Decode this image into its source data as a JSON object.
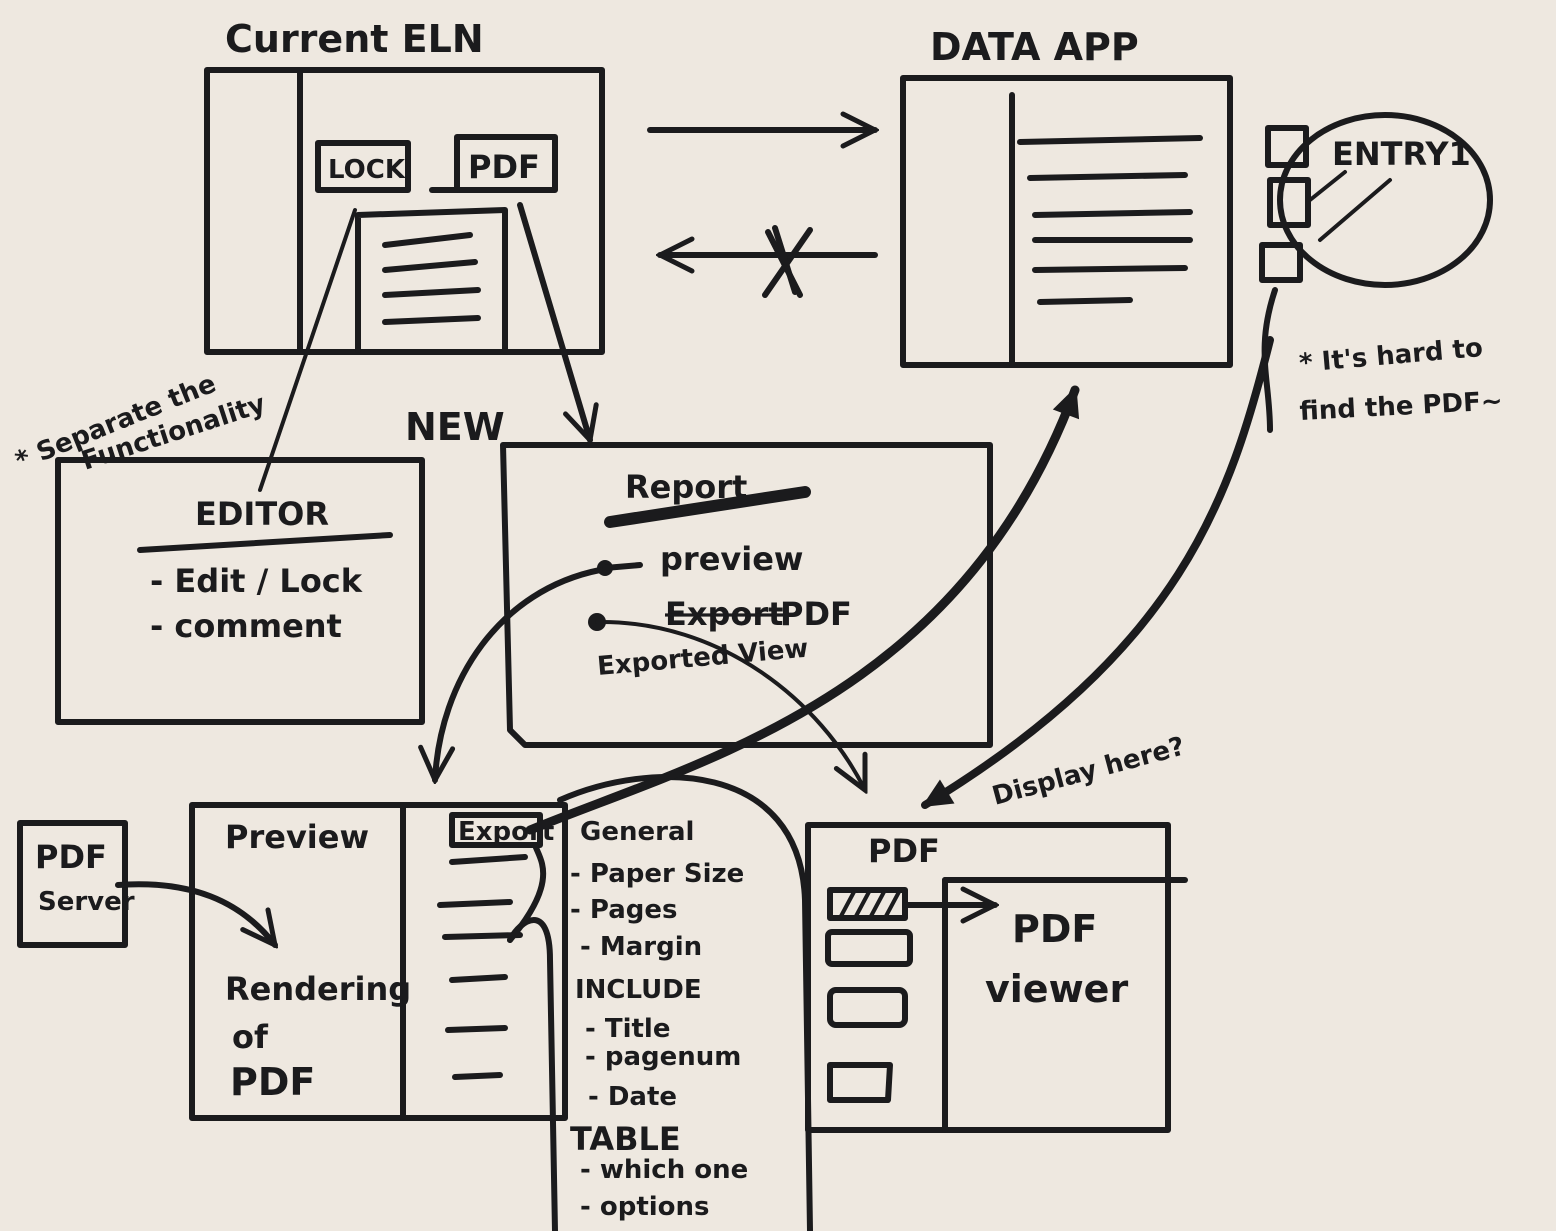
{
  "current_eln": {
    "title": "Current ELN",
    "lock_button": "LOCK",
    "pdf_button": "PDF"
  },
  "data_app": {
    "title": "DATA APP",
    "entry_label": "ENTRY1",
    "note_line1": "* It's hard to",
    "note_line2": "find the PDF~"
  },
  "separate_note": {
    "line1": "* Separate the",
    "line2": "Functionality"
  },
  "new_label": "NEW",
  "editor": {
    "title": "EDITOR",
    "items": [
      "- Edit / Lock",
      "- comment"
    ]
  },
  "report": {
    "title": "Report",
    "preview": "preview",
    "export_struck": "Export",
    "pdf": "PDF",
    "exported_view": "Exported View"
  },
  "pdf_server": {
    "line1": "PDF",
    "line2": "Server"
  },
  "preview": {
    "title": "Preview",
    "export_button": "Export",
    "render_line1": "Rendering",
    "render_line2": "of",
    "render_line3": "PDF"
  },
  "options": {
    "general": "General",
    "paper_size": "- Paper Size",
    "pages": "- Pages",
    "margin": "- Margin",
    "include": "INCLUDE",
    "title": "- Title",
    "pagenum": "- pagenum",
    "date": "- Date",
    "table": "TABLE",
    "which_one": "- which one",
    "options": "- options"
  },
  "pdf_panel": {
    "title": "PDF",
    "viewer_line1": "PDF",
    "viewer_line2": "viewer"
  },
  "display_note": "Display here?",
  "colors": {
    "paper": "#eee8e0",
    "ink": "#1b1b1d"
  }
}
